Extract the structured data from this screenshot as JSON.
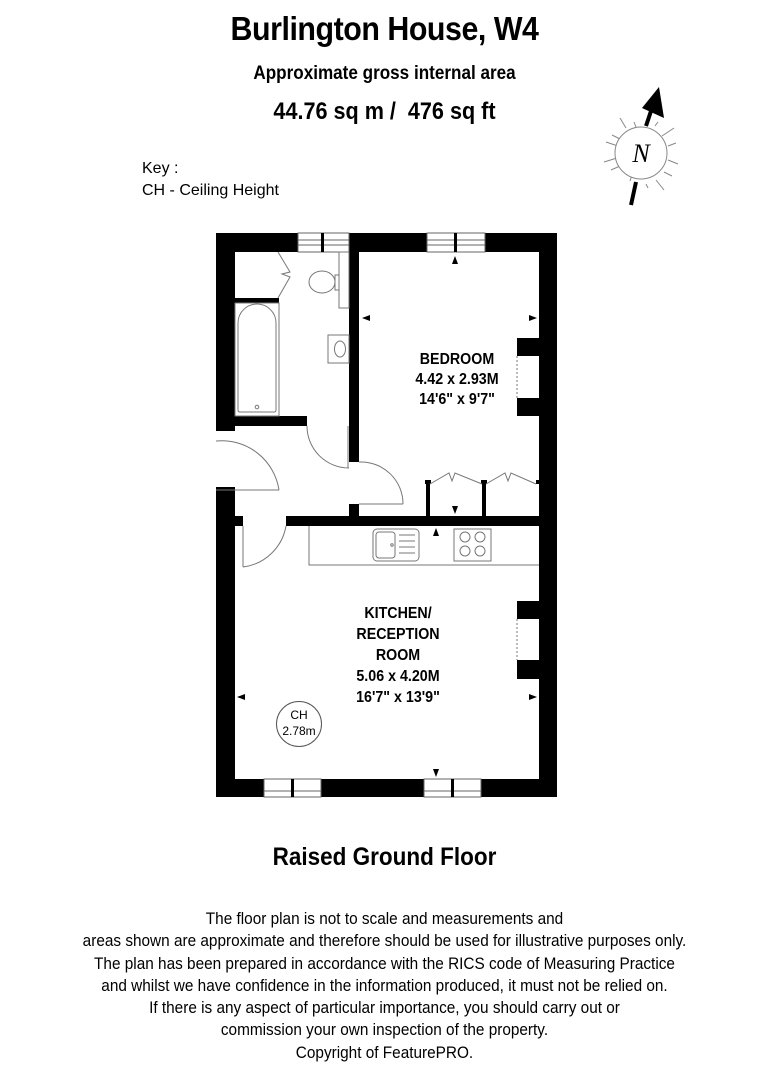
{
  "header": {
    "title": "Burlington House, W4",
    "subtitle": "Approximate gross internal area",
    "area": "44.76 sq m /  476 sq ft"
  },
  "key": {
    "heading": "Key :",
    "items": [
      "CH - Ceiling Height"
    ]
  },
  "compass": {
    "icon": "north-arrow-icon",
    "label": "N"
  },
  "rooms": [
    {
      "name": "BEDROOM",
      "metric": "4.42 x 2.93M",
      "imperial": "14'6\" x 9'7\""
    },
    {
      "name_lines": [
        "KITCHEN/",
        "RECEPTION",
        "ROOM"
      ],
      "metric": "5.06 x 4.20M",
      "imperial": "16'7\" x 13'9\""
    }
  ],
  "ceiling_height": {
    "label": "CH",
    "value": "2.78m"
  },
  "floor_name": "Raised Ground Floor",
  "disclaimer": [
    "The floor plan is not to scale and measurements and",
    "areas shown are approximate and therefore should be used for illustrative purposes only.",
    "The plan has been prepared in accordance with the RICS code of Measuring Practice",
    "and whilst we have confidence in the information produced, it must not be relied on.",
    "If there is any aspect of particular importance, you should carry out or",
    "commission your own inspection of the property.",
    "Copyright of FeaturePRO."
  ],
  "colors": {
    "wall": "#000000",
    "fixture_line": "#777777",
    "background": "#ffffff"
  }
}
